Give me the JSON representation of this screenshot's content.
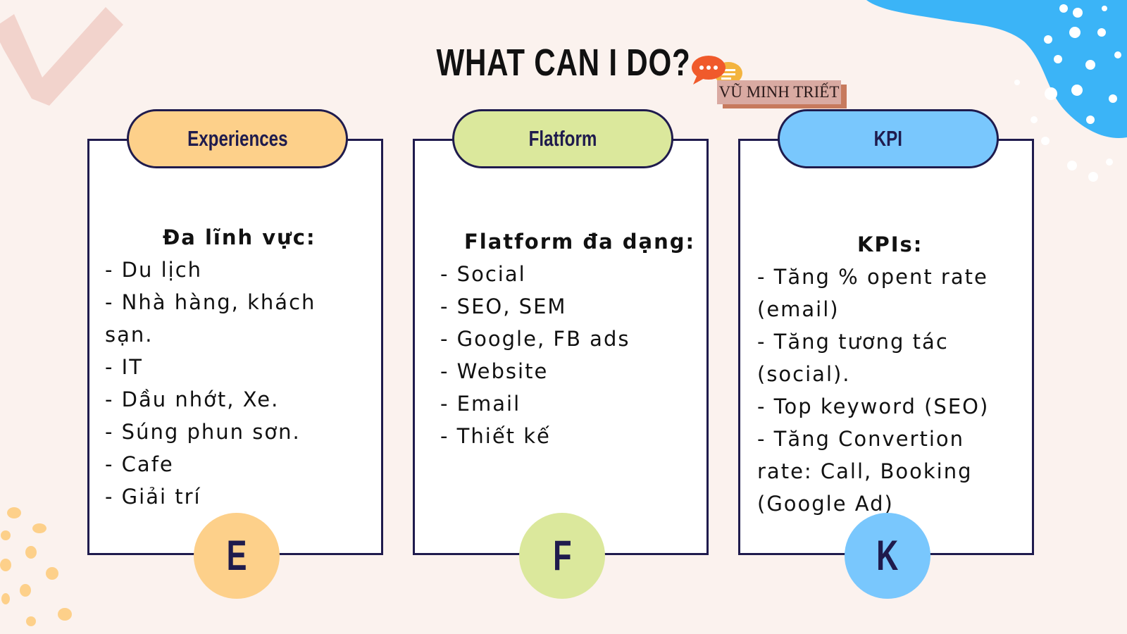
{
  "title": "WHAT CAN I DO?",
  "author_tag": "VŨ MINH TRIẾT",
  "icons": {
    "title_icon": "chat-bubbles-icon"
  },
  "colors": {
    "background": "#fbf2ee",
    "outline": "#1f1b4d",
    "experiences": "#fdd08a",
    "flatform": "#dbe89c",
    "kpi": "#79c7fd",
    "blob": "#3bb4f7",
    "author_tag": "#d9aaa2"
  },
  "cards": [
    {
      "label": "Experiences",
      "letter": "E",
      "heading": "Đa lĩnh vực:",
      "items": [
        "- Du lịch",
        "- Nhà hàng, khách sạn.",
        "- IT",
        "- Dầu nhớt, Xe.",
        "- Súng phun sơn.",
        "- Cafe",
        "- Giải trí"
      ]
    },
    {
      "label": "Flatform",
      "letter": "F",
      "heading": "Flatform đa dạng:",
      "items": [
        "- Social",
        "- SEO, SEM",
        "- Google, FB ads",
        "- Website",
        "- Email",
        "- Thiết kế"
      ]
    },
    {
      "label": "KPI",
      "letter": "K",
      "heading": "KPIs:",
      "items": [
        "- Tăng % opent rate (email)",
        "- Tăng tương tác (social).",
        "- Top keyword (SEO)",
        "- Tăng Convertion rate: Call, Booking (Google Ad)"
      ]
    }
  ]
}
